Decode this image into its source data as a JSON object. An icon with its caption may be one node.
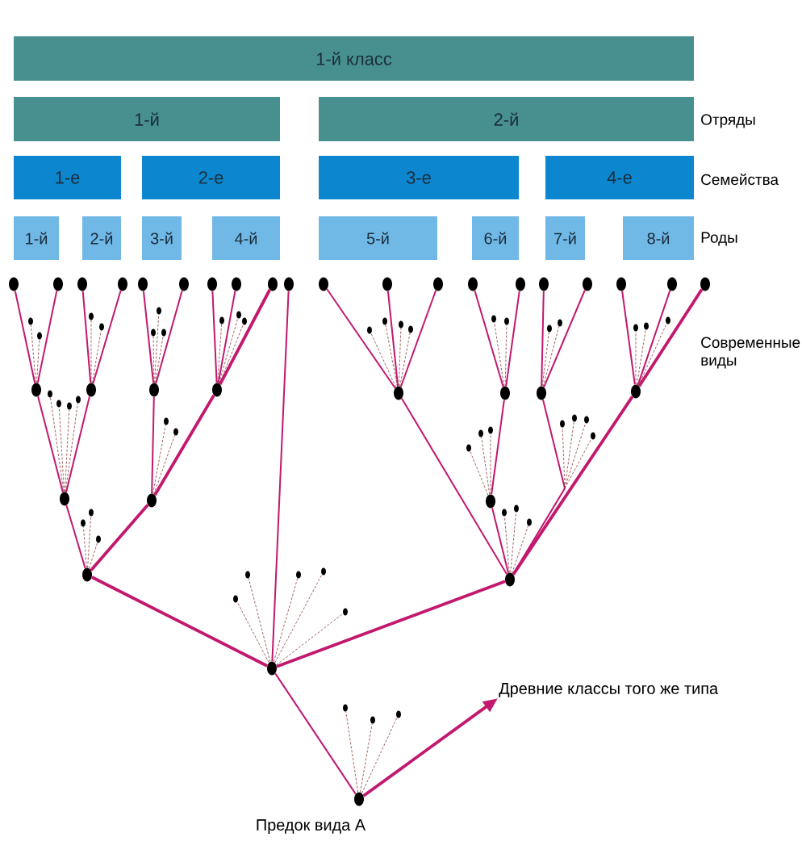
{
  "diagram": {
    "nodes": [
      {
        "text": [
          "1-й класс"
        ]
      },
      {
        "text": [
          "1-й"
        ]
      },
      {
        "text": [
          "2-й"
        ]
      },
      {
        "text": [
          "1-е"
        ]
      },
      {
        "text": [
          "2-е"
        ]
      },
      {
        "text": [
          "3-е"
        ]
      },
      {
        "text": [
          "4-е"
        ]
      },
      {
        "text": [
          "1-й"
        ]
      },
      {
        "text": [
          "2-й"
        ]
      },
      {
        "text": [
          "3-й"
        ]
      },
      {
        "text": [
          "4-й"
        ]
      },
      {
        "text": [
          "5-й"
        ]
      },
      {
        "text": [
          "6-й"
        ]
      },
      {
        "text": [
          "7-й"
        ]
      },
      {
        "text": [
          "8-й"
        ]
      },
      {
        "text": [],
        "shape": "circle"
      },
      {
        "text": [],
        "shape": "circle"
      },
      {
        "text": [],
        "shape": "circle"
      },
      {
        "text": [],
        "shape": "circle"
      },
      {
        "text": [],
        "shape": "circle"
      },
      {
        "text": [],
        "shape": "circle"
      },
      {
        "text": [],
        "shape": "circle"
      },
      {
        "text": [],
        "shape": "circle"
      },
      {
        "text": [],
        "shape": "circle"
      },
      {
        "text": [],
        "shape": "circle"
      },
      {
        "text": [],
        "shape": "circle"
      },
      {
        "text": [],
        "shape": "circle"
      },
      {
        "text": [],
        "shape": "circle"
      },
      {
        "text": [],
        "shape": "circle"
      },
      {
        "text": [],
        "shape": "circle"
      },
      {
        "text": [],
        "shape": "circle"
      },
      {
        "text": [],
        "shape": "circle"
      },
      {
        "text": [],
        "shape": "circle"
      },
      {
        "text": [],
        "shape": "circle"
      },
      {
        "text": [],
        "shape": "circle"
      },
      {
        "text": [],
        "shape": "circle"
      },
      {
        "text": [],
        "shape": "circle"
      },
      {
        "text": [],
        "shape": "circle"
      },
      {
        "text": [],
        "shape": "circle"
      },
      {
        "text": [],
        "shape": "circle"
      },
      {
        "text": [],
        "shape": "circle"
      },
      {
        "text": [],
        "shape": "circle"
      },
      {
        "text": [],
        "shape": "circle"
      },
      {
        "text": [],
        "shape": "circle"
      },
      {
        "text": [],
        "shape": "circle"
      },
      {
        "text": [],
        "shape": "circle"
      },
      {
        "text": [],
        "shape": "circle"
      },
      {
        "text": [],
        "shape": "circle"
      },
      {
        "text": [],
        "shape": "circle"
      },
      {
        "text": [],
        "shape": "circle",
        "beside": [
          "Предок вида А"
        ]
      },
      {
        "text": [
          "Древние классы того же типа"
        ]
      },
      {
        "text": [],
        "shape": "circle"
      },
      {
        "text": [],
        "shape": "circle"
      },
      {
        "text": [],
        "shape": "circle"
      },
      {
        "text": [],
        "shape": "circle"
      },
      {
        "text": [],
        "shape": "circle"
      },
      {
        "text": [],
        "shape": "circle"
      },
      {
        "text": [],
        "shape": "circle"
      },
      {
        "text": [],
        "shape": "circle"
      },
      {
        "text": [],
        "shape": "circle"
      },
      {
        "text": [],
        "shape": "circle"
      },
      {
        "text": [],
        "shape": "circle"
      },
      {
        "text": [],
        "shape": "circle"
      },
      {
        "text": [],
        "shape": "circle"
      },
      {
        "text": [],
        "shape": "circle"
      },
      {
        "text": [],
        "shape": "circle"
      },
      {
        "text": [],
        "shape": "circle"
      },
      {
        "text": [],
        "shape": "circle"
      },
      {
        "text": [],
        "shape": "circle"
      },
      {
        "text": [],
        "shape": "circle"
      },
      {
        "text": [],
        "shape": "circle"
      },
      {
        "text": [],
        "shape": "circle"
      },
      {
        "text": [],
        "shape": "circle"
      },
      {
        "text": [],
        "shape": "circle"
      },
      {
        "text": [],
        "shape": "circle"
      },
      {
        "text": [],
        "shape": "circle"
      },
      {
        "text": [],
        "shape": "circle"
      },
      {
        "text": [],
        "shape": "circle"
      },
      {
        "text": [],
        "shape": "circle"
      },
      {
        "text": [],
        "shape": "circle"
      },
      {
        "text": [],
        "shape": "circle"
      },
      {
        "text": [],
        "shape": "circle"
      },
      {
        "text": [],
        "shape": "circle"
      },
      {
        "text": [],
        "shape": "circle"
      },
      {
        "text": [],
        "shape": "circle"
      },
      {
        "text": [],
        "shape": "circle"
      },
      {
        "text": [],
        "shape": "circle"
      },
      {
        "text": [],
        "shape": "circle"
      },
      {
        "text": [],
        "shape": "circle"
      },
      {
        "text": [],
        "shape": "circle"
      },
      {
        "text": [],
        "shape": "circle"
      },
      {
        "text": [],
        "shape": "circle"
      },
      {
        "text": [],
        "shape": "circle"
      },
      {
        "text": [],
        "shape": "circle"
      },
      {
        "text": [],
        "shape": "circle"
      },
      {
        "text": [],
        "shape": "circle"
      },
      {
        "text": [],
        "shape": "circle"
      },
      {
        "text": [],
        "shape": "circle"
      },
      {
        "text": [],
        "shape": "circle"
      }
    ],
    "edges": [
      {
        "from": 35,
        "to": 15,
        "arrow": "none"
      },
      {
        "from": 35,
        "to": 16,
        "arrow": "none"
      },
      {
        "from": 36,
        "to": 17,
        "arrow": "none"
      },
      {
        "from": 36,
        "to": 18,
        "arrow": "none"
      },
      {
        "from": 37,
        "to": 19,
        "arrow": "none"
      },
      {
        "from": 37,
        "to": 20,
        "arrow": "none"
      },
      {
        "from": 38,
        "to": 21,
        "arrow": "none"
      },
      {
        "from": 38,
        "to": 22,
        "arrow": "none"
      },
      {
        "from": 38,
        "to": 23,
        "arrow": "none",
        "style": "thick"
      },
      {
        "from": 39,
        "to": 25,
        "arrow": "none"
      },
      {
        "from": 39,
        "to": 26,
        "arrow": "none"
      },
      {
        "from": 39,
        "to": 27,
        "arrow": "none"
      },
      {
        "from": 40,
        "to": 28,
        "arrow": "none"
      },
      {
        "from": 40,
        "to": 29,
        "arrow": "none"
      },
      {
        "from": 41,
        "to": 30,
        "arrow": "none"
      },
      {
        "from": 41,
        "to": 31,
        "arrow": "none"
      },
      {
        "from": 42,
        "to": 32,
        "arrow": "none"
      },
      {
        "from": 42,
        "to": 33,
        "arrow": "none"
      },
      {
        "from": 42,
        "to": 34,
        "arrow": "none",
        "style": "thick"
      },
      {
        "from": 43,
        "to": 35,
        "arrow": "none"
      },
      {
        "from": 43,
        "to": 36,
        "arrow": "none"
      },
      {
        "from": 44,
        "to": 37,
        "arrow": "none"
      },
      {
        "from": 44,
        "to": 38,
        "arrow": "none",
        "style": "thick"
      },
      {
        "from": 45,
        "to": 40,
        "arrow": "none"
      },
      {
        "from": 46,
        "to": 43,
        "arrow": "none"
      },
      {
        "from": 46,
        "to": 44,
        "arrow": "none",
        "style": "thick"
      },
      {
        "from": 47,
        "to": 39,
        "arrow": "none"
      },
      {
        "from": 47,
        "to": 45,
        "arrow": "none"
      },
      {
        "from": 47,
        "to": 41,
        "arrow": "none"
      },
      {
        "from": 47,
        "to": 42,
        "arrow": "none",
        "style": "thick"
      },
      {
        "from": 48,
        "to": 46,
        "arrow": "none",
        "style": "thick"
      },
      {
        "from": 48,
        "to": 24,
        "arrow": "none"
      },
      {
        "from": 48,
        "to": 47,
        "arrow": "none",
        "style": "thick"
      },
      {
        "from": 48,
        "to": 49,
        "arrow": "none"
      },
      {
        "from": 49,
        "to": 50,
        "arrow": "to",
        "style": "thick"
      },
      {
        "from": 35,
        "to": 51,
        "arrow": "none",
        "style": "dashed",
        "color": "#8b3a3a"
      },
      {
        "from": 35,
        "to": 52,
        "arrow": "none",
        "style": "dashed",
        "color": "#8b3a3a"
      },
      {
        "from": 36,
        "to": 53,
        "arrow": "none",
        "style": "dashed",
        "color": "#8b3a3a"
      },
      {
        "from": 36,
        "to": 54,
        "arrow": "none",
        "style": "dashed",
        "color": "#8b3a3a"
      },
      {
        "from": 43,
        "to": 55,
        "arrow": "none",
        "style": "dashed",
        "color": "#8b3a3a"
      },
      {
        "from": 43,
        "to": 56,
        "arrow": "none",
        "style": "dashed",
        "color": "#8b3a3a"
      },
      {
        "from": 43,
        "to": 57,
        "arrow": "none",
        "style": "dashed",
        "color": "#8b3a3a"
      },
      {
        "from": 43,
        "to": 58,
        "arrow": "none",
        "style": "dashed",
        "color": "#8b3a3a"
      },
      {
        "from": 37,
        "to": 59,
        "arrow": "none",
        "style": "dashed",
        "color": "#8b3a3a"
      },
      {
        "from": 37,
        "to": 60,
        "arrow": "none",
        "style": "dashed",
        "color": "#8b3a3a"
      },
      {
        "from": 37,
        "to": 61,
        "arrow": "none",
        "style": "dashed",
        "color": "#8b3a3a"
      },
      {
        "from": 38,
        "to": 62,
        "arrow": "none",
        "style": "dashed",
        "color": "#8b3a3a"
      },
      {
        "from": 38,
        "to": 63,
        "arrow": "none",
        "style": "dashed",
        "color": "#8b3a3a"
      },
      {
        "from": 38,
        "to": 64,
        "arrow": "none",
        "style": "dashed",
        "color": "#8b3a3a"
      },
      {
        "from": 44,
        "to": 65,
        "arrow": "none",
        "style": "dashed",
        "color": "#8b3a3a"
      },
      {
        "from": 44,
        "to": 66,
        "arrow": "none",
        "style": "dashed",
        "color": "#8b3a3a"
      },
      {
        "from": 46,
        "to": 67,
        "arrow": "none",
        "style": "dashed",
        "color": "#8b3a3a"
      },
      {
        "from": 46,
        "to": 68,
        "arrow": "none",
        "style": "dashed",
        "color": "#8b3a3a"
      },
      {
        "from": 46,
        "to": 69,
        "arrow": "none",
        "style": "dashed",
        "color": "#8b3a3a"
      },
      {
        "from": 48,
        "to": 70,
        "arrow": "none",
        "style": "dashed",
        "color": "#8b3a3a"
      },
      {
        "from": 48,
        "to": 71,
        "arrow": "none",
        "style": "dashed",
        "color": "#8b3a3a"
      },
      {
        "from": 48,
        "to": 72,
        "arrow": "none",
        "style": "dashed",
        "color": "#8b3a3a"
      },
      {
        "from": 48,
        "to": 73,
        "arrow": "none",
        "style": "dashed",
        "color": "#8b3a3a"
      },
      {
        "from": 48,
        "to": 74,
        "arrow": "none",
        "style": "dashed",
        "color": "#8b3a3a"
      },
      {
        "from": 49,
        "to": 75,
        "arrow": "none",
        "style": "dashed",
        "color": "#8b3a3a"
      },
      {
        "from": 49,
        "to": 76,
        "arrow": "none",
        "style": "dashed",
        "color": "#8b3a3a"
      },
      {
        "from": 49,
        "to": 77,
        "arrow": "none",
        "style": "dashed",
        "color": "#8b3a3a"
      },
      {
        "from": 39,
        "to": 78,
        "arrow": "none",
        "style": "dashed",
        "color": "#8b3a3a"
      },
      {
        "from": 39,
        "to": 79,
        "arrow": "none",
        "style": "dashed",
        "color": "#8b3a3a"
      },
      {
        "from": 39,
        "to": 80,
        "arrow": "none",
        "style": "dashed",
        "color": "#8b3a3a"
      },
      {
        "from": 39,
        "to": 81,
        "arrow": "none",
        "style": "dashed",
        "color": "#8b3a3a"
      },
      {
        "from": 40,
        "to": 82,
        "arrow": "none",
        "style": "dashed",
        "color": "#8b3a3a"
      },
      {
        "from": 40,
        "to": 83,
        "arrow": "none",
        "style": "dashed",
        "color": "#8b3a3a"
      },
      {
        "from": 41,
        "to": 84,
        "arrow": "none",
        "style": "dashed",
        "color": "#8b3a3a"
      },
      {
        "from": 41,
        "to": 85,
        "arrow": "none",
        "style": "dashed",
        "color": "#8b3a3a"
      },
      {
        "from": 42,
        "to": 86,
        "arrow": "none",
        "style": "dashed",
        "color": "#8b3a3a"
      },
      {
        "from": 42,
        "to": 87,
        "arrow": "none",
        "style": "dashed",
        "color": "#8b3a3a"
      },
      {
        "from": 42,
        "to": 88,
        "arrow": "none",
        "style": "dashed",
        "color": "#8b3a3a"
      },
      {
        "from": 45,
        "to": 89,
        "arrow": "none",
        "style": "dashed",
        "color": "#8b3a3a"
      },
      {
        "from": 45,
        "to": 90,
        "arrow": "none",
        "style": "dashed",
        "color": "#8b3a3a"
      },
      {
        "from": 45,
        "to": 91,
        "arrow": "none",
        "style": "dashed",
        "color": "#8b3a3a"
      },
      {
        "from": null,
        "to": 92,
        "arrow": "none",
        "style": "dashed",
        "color": "#8b3a3a"
      },
      {
        "from": null,
        "to": 93,
        "arrow": "none",
        "style": "dashed",
        "color": "#8b3a3a"
      },
      {
        "from": null,
        "to": 94,
        "arrow": "none",
        "style": "dashed",
        "color": "#8b3a3a"
      },
      {
        "from": null,
        "to": 95,
        "arrow": "none",
        "style": "dashed",
        "color": "#8b3a3a"
      },
      {
        "from": 47,
        "to": 96,
        "arrow": "none",
        "style": "dashed",
        "color": "#8b3a3a"
      },
      {
        "from": 47,
        "to": 97,
        "arrow": "none",
        "style": "dashed",
        "color": "#8b3a3a"
      },
      {
        "from": 47,
        "to": 98,
        "arrow": "none",
        "style": "dashed",
        "color": "#8b3a3a"
      }
    ],
    "labels": [
      "Отряды",
      "Семейства",
      "Роды",
      "Современные виды"
    ]
  }
}
